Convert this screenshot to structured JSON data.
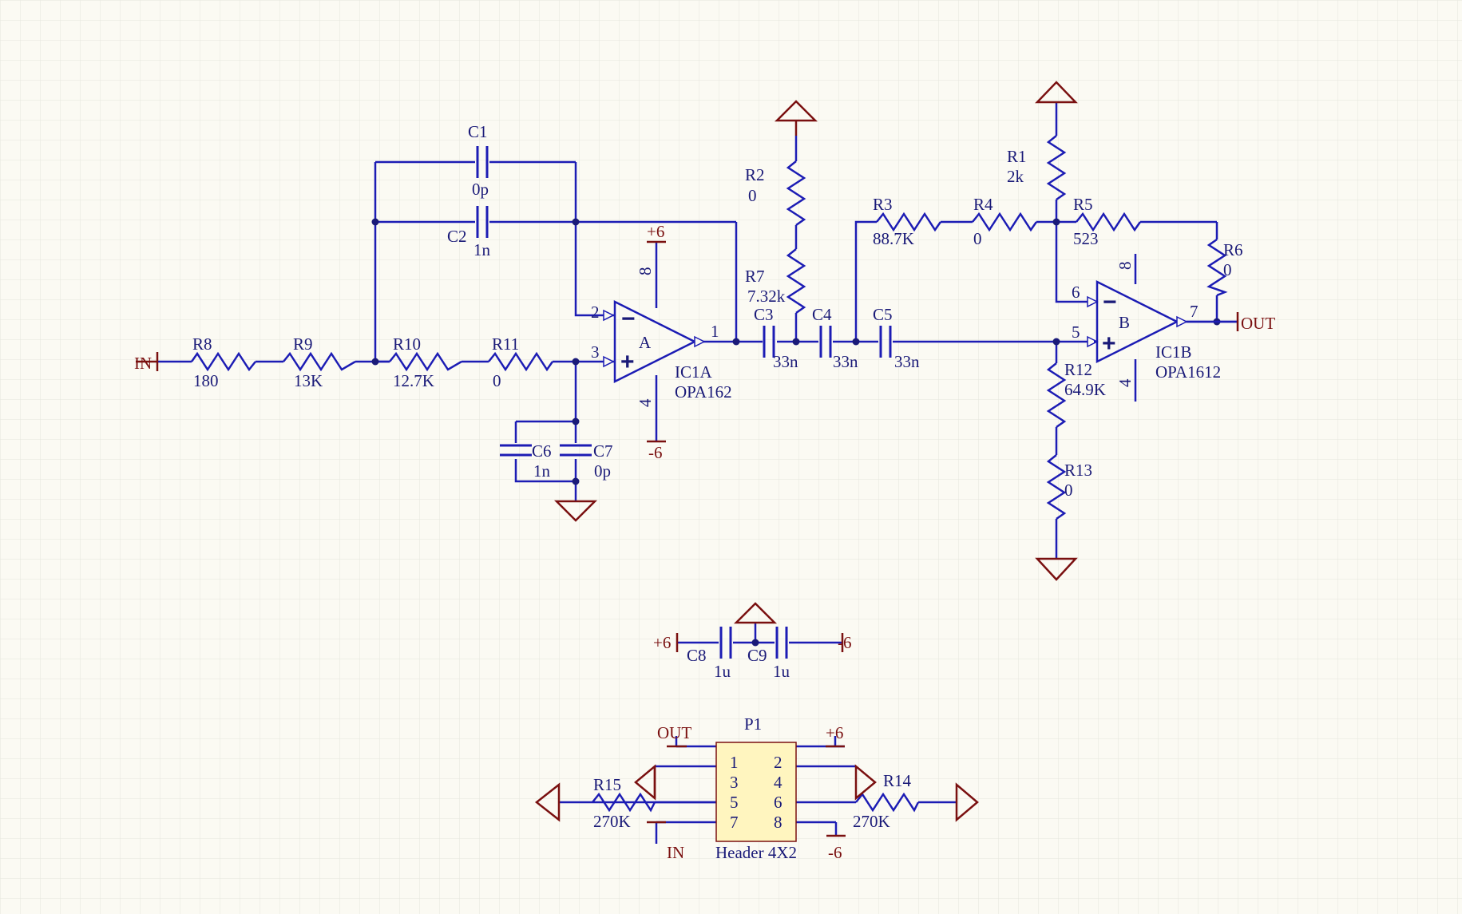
{
  "colors": {
    "background": "#fbfaf3",
    "grid": "#e6e6de",
    "wire": "#1c1cb4",
    "component": "#1c1cb4",
    "label": "#1a1a78",
    "power": "#7a1010",
    "header_fill": "#fff5bf"
  },
  "components": {
    "r1": {
      "ref": "R1",
      "value": "2k"
    },
    "r2": {
      "ref": "R2",
      "value": "0"
    },
    "r3": {
      "ref": "R3",
      "value": "88.7K"
    },
    "r4": {
      "ref": "R4",
      "value": "0"
    },
    "r5": {
      "ref": "R5",
      "value": "523"
    },
    "r6": {
      "ref": "R6",
      "value": "0"
    },
    "r7": {
      "ref": "R7",
      "value": "7.32k"
    },
    "r8": {
      "ref": "R8",
      "value": "180"
    },
    "r9": {
      "ref": "R9",
      "value": "13K"
    },
    "r10": {
      "ref": "R10",
      "value": "12.7K"
    },
    "r11": {
      "ref": "R11",
      "value": "0"
    },
    "r12": {
      "ref": "R12",
      "value": "64.9K"
    },
    "r13": {
      "ref": "R13",
      "value": "0"
    },
    "r14": {
      "ref": "R14",
      "value": "270K"
    },
    "r15": {
      "ref": "R15",
      "value": "270K"
    },
    "c1": {
      "ref": "C1",
      "value": "0p"
    },
    "c2": {
      "ref": "C2",
      "value": "1n"
    },
    "c3": {
      "ref": "C3",
      "value": "33n"
    },
    "c4": {
      "ref": "C4",
      "value": "33n"
    },
    "c5": {
      "ref": "C5",
      "value": "33n"
    },
    "c6": {
      "ref": "C6",
      "value": "1n"
    },
    "c7": {
      "ref": "C7",
      "value": "0p"
    },
    "c8": {
      "ref": "C8",
      "value": "1u"
    },
    "c9": {
      "ref": "C9",
      "value": "1u"
    },
    "ic1a": {
      "ref": "IC1A",
      "part": "OPA162",
      "unit": "A",
      "pins": {
        "inv": "2",
        "noninv": "3",
        "out": "1",
        "vplus": "8",
        "vminus": "4"
      }
    },
    "ic1b": {
      "ref": "IC1B",
      "part": "OPA1612",
      "unit": "B",
      "pins": {
        "inv": "6",
        "noninv": "5",
        "out": "7",
        "vplus": "8",
        "vminus": "4"
      }
    },
    "p1": {
      "ref": "P1",
      "part": "Header 4X2",
      "pins": [
        "1",
        "2",
        "3",
        "4",
        "5",
        "6",
        "7",
        "8"
      ]
    }
  },
  "nets": {
    "in": "IN",
    "out": "OUT",
    "vpos": "+6",
    "vneg": "-6",
    "minus_sign": "−",
    "plus_sign": "+"
  },
  "grid": {
    "visible": true
  }
}
